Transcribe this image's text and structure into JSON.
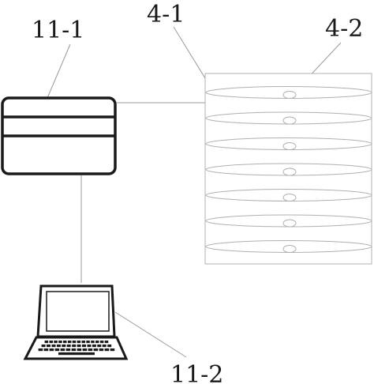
{
  "labels": {
    "device_11_1": "11-1",
    "device_11_2": "11-2",
    "rack_4_1": "4-1",
    "disc_4_2": "4-2"
  },
  "rack": {
    "disc_count": 7
  },
  "colors": {
    "ink": "#1a1a1a",
    "rack_line": "#b0b0b0",
    "leader_line": "#9a9a9a",
    "background": "#ffffff"
  }
}
